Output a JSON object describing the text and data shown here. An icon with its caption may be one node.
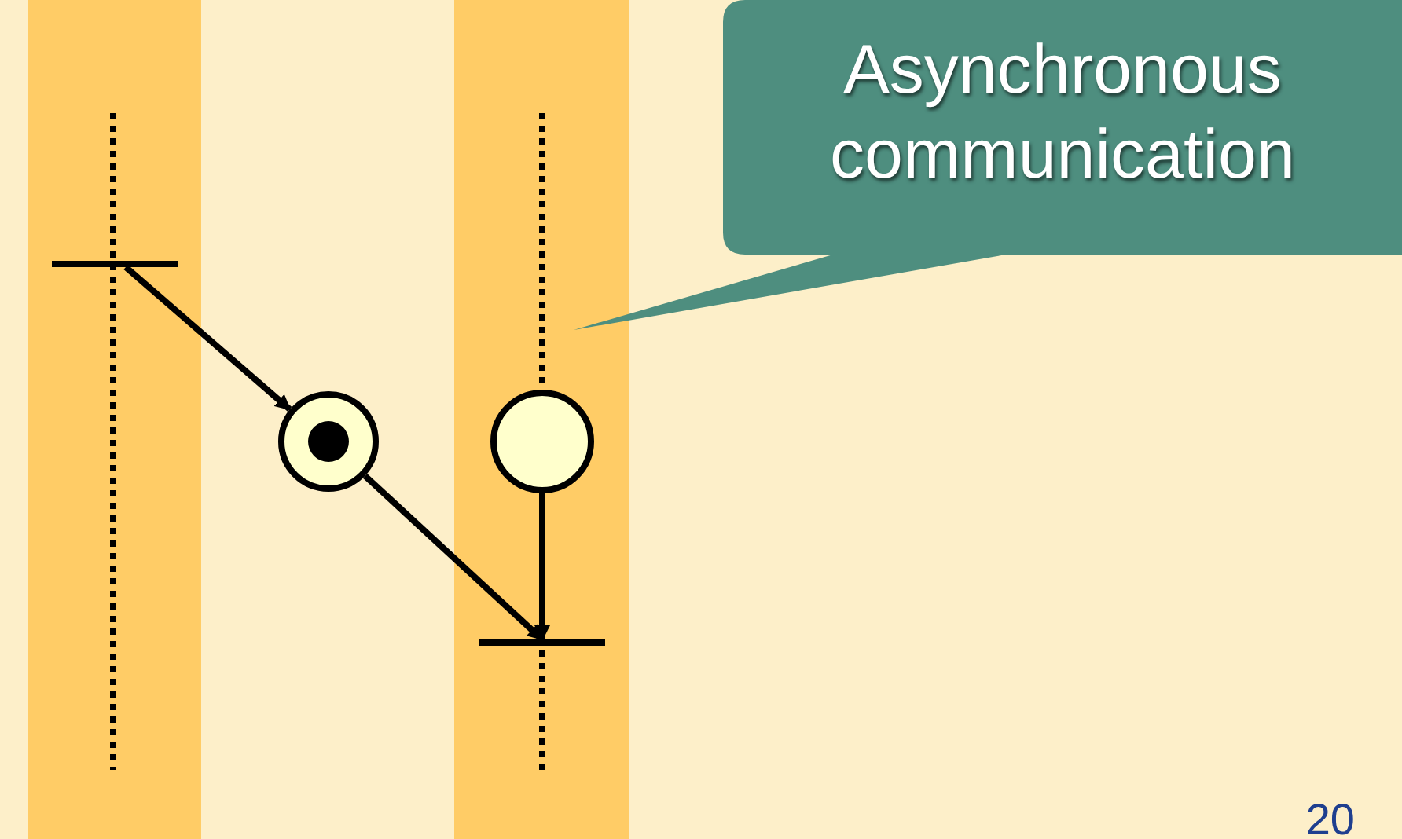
{
  "diagram": {
    "nodes": [
      {
        "text": [
          "Asynchronous communication"
        ]
      },
      {
        "text": [],
        "shape": "bar"
      },
      {
        "text": [],
        "shape": "circle"
      },
      {
        "text": [],
        "shape": "circle"
      },
      {
        "text": [],
        "shape": "bar"
      }
    ],
    "edges": [
      {
        "from": 1,
        "to": 2,
        "arrow": "to"
      },
      {
        "from": 2,
        "to": 4,
        "arrow": "to"
      },
      {
        "from": 3,
        "to": 4,
        "arrow": "to"
      }
    ],
    "labels": [
      "20"
    ]
  }
}
